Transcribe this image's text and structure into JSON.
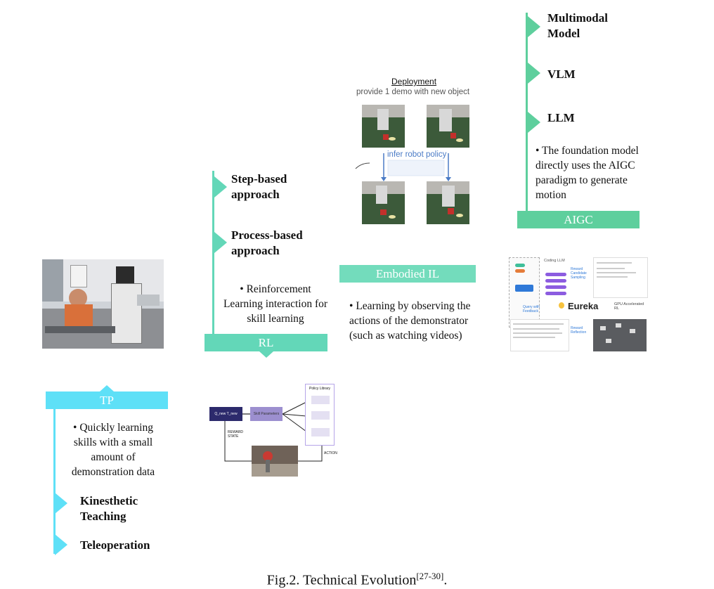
{
  "caption": {
    "text": "Fig.2. Technical Evolution",
    "ref": "[27-30]",
    "end": "."
  },
  "colors": {
    "tp": "#5ee0f7",
    "rl": "#63d7b8",
    "embodied": "#73dcbc",
    "aigc": "#5ecf9d"
  },
  "tp": {
    "label": "TP",
    "note": "Quickly learning skills with a small amount of demonstration data",
    "items": [
      "Kinesthetic Teaching",
      "Teleoperation"
    ]
  },
  "rl": {
    "label": "RL",
    "items": [
      "Step-based approach",
      "Process-based approach"
    ],
    "note": "Reinforcement Learning interaction for skill learning",
    "diagram": {
      "policy_library": "Policy Library",
      "task_box": "Q_new T_new",
      "skill_box": "Skill Parameters",
      "reward_state": "REWARD\nSTATE",
      "action": "ACTION"
    }
  },
  "embodied": {
    "label": "Embodied IL",
    "note": "Learning by observing the actions of the demonstrator (such as watching videos)",
    "deployment_title": "Deployment",
    "deployment_sub": "provide 1 demo with new object",
    "infer_label": "infer robot policy"
  },
  "aigc": {
    "label": "AIGC",
    "items": [
      "Multimodal Model",
      "VLM",
      "LLM"
    ],
    "note": "The foundation model directly uses the AIGC paradigm to generate motion",
    "eureka": {
      "title": "Eureka",
      "coding_llm": "Coding LLM",
      "reward_sampling": "Reward Candidate Sampling",
      "query_feedback": "Query with Feedback",
      "gpu_il": "GPU Accelerated RL",
      "reward_reflection": "Reward Reflection"
    }
  }
}
